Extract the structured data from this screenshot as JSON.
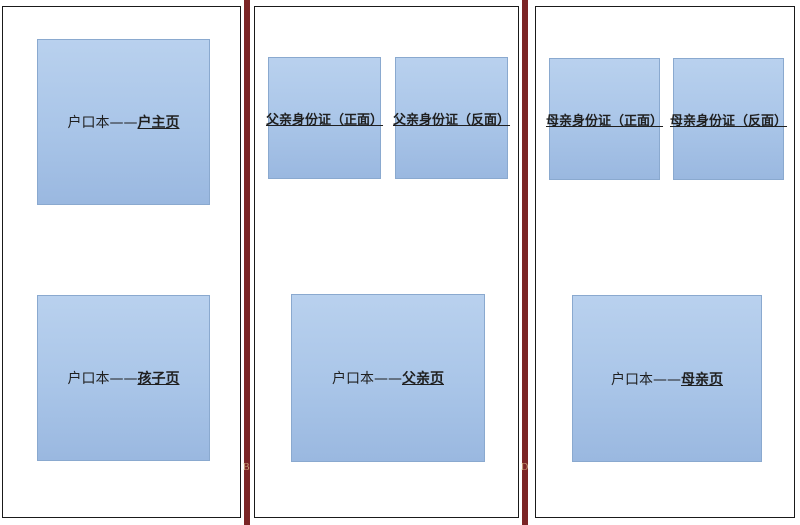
{
  "panel1": {
    "box_top": {
      "prefix": "户口本——",
      "underlined": "户主页"
    },
    "box_bottom": {
      "prefix": "户口本——",
      "underlined": "孩子页"
    }
  },
  "panel2": {
    "box_left": {
      "underlined": "父亲身份证（正面）"
    },
    "box_right": {
      "underlined": "父亲身份证（反面）"
    },
    "box_bottom": {
      "prefix": "户口本——",
      "underlined": "父亲页"
    }
  },
  "panel3": {
    "box_left": {
      "underlined": "母亲身份证（正面）"
    },
    "box_right": {
      "underlined": "母亲身份证（反面）"
    },
    "box_bottom": {
      "prefix": "户口本——",
      "underlined": "母亲页"
    }
  },
  "edge_marks": {
    "left": "B",
    "right": "D"
  },
  "colors": {
    "divider": "#7b2526",
    "box_fill": "#a9c5e8",
    "box_border": "#8aa9cf"
  }
}
